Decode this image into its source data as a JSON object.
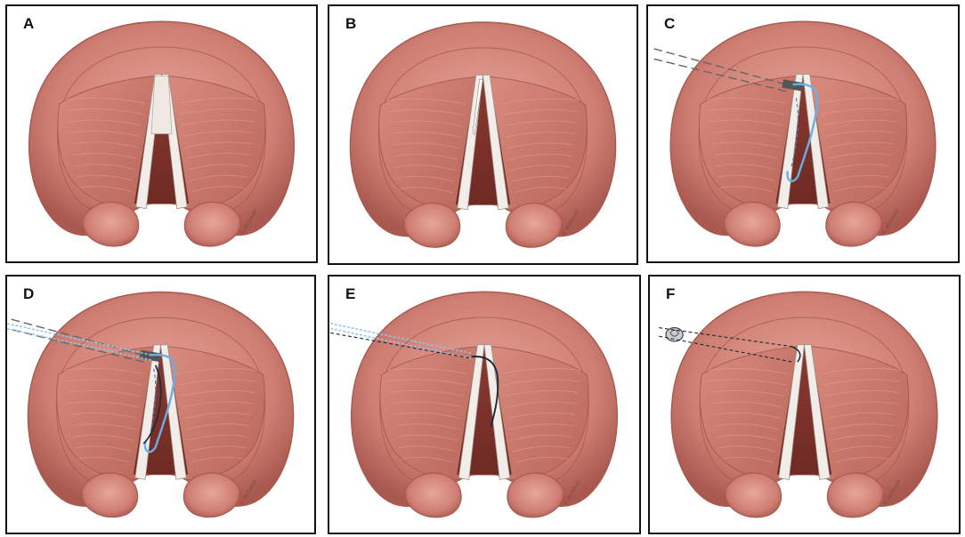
{
  "panels": [
    {
      "label": "A",
      "variant": "a"
    },
    {
      "label": "B",
      "variant": "b"
    },
    {
      "label": "C",
      "variant": "c"
    },
    {
      "label": "D",
      "variant": "d"
    },
    {
      "label": "E",
      "variant": "e"
    },
    {
      "label": "F",
      "variant": "f"
    }
  ],
  "signature": "K. McDonald",
  "colors": {
    "tissue": "#cf7f73",
    "tissue_dark": "#a9594f",
    "tissue_light": "#e8a69a",
    "muscle": "#c97566",
    "airway": "#6f2a24",
    "cord": "#f2ede8",
    "suture_blue": "#6aaee6",
    "suture_dark": "#1d2b3a",
    "border": "#111111"
  }
}
